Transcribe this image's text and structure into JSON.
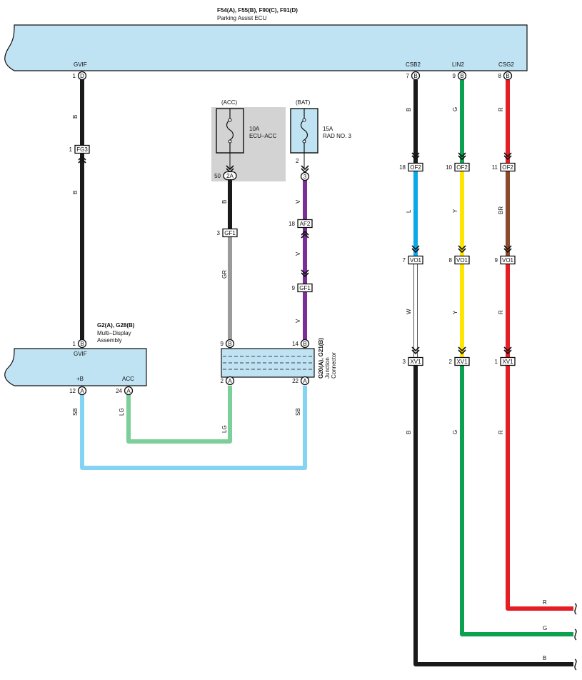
{
  "colors": {
    "ecu_fill": "#bfe3f3",
    "black": "#1a1a1a",
    "gray": "#9a9a9a",
    "purple": "#7a2f96",
    "green": "#0aa14f",
    "light_green": "#7ccf99",
    "red": "#e31e24",
    "blue": "#0aa8e8",
    "yellow": "#ffe600",
    "brown": "#8b4a2b",
    "white": "#ffffff",
    "sky_blue": "#85d3f2",
    "fuse_box_fill": "#d3d3d3"
  },
  "parking_ecu": {
    "codes": "F54(A), F55(B), F90(C), F91(D)",
    "name": "Parking Assist ECU",
    "pins": [
      {
        "num": "1",
        "conn": "D",
        "label": "GVIF"
      },
      {
        "num": "7",
        "conn": "B",
        "label": "CSB2"
      },
      {
        "num": "9",
        "conn": "B",
        "label": "LIN2"
      },
      {
        "num": "8",
        "conn": "B",
        "label": "CSG2"
      }
    ]
  },
  "fuse_acc": {
    "title": "(ACC)",
    "rating": "10A",
    "name": "ECU–ACC",
    "pin": "50",
    "conn": "2A"
  },
  "fuse_bat": {
    "title": "(BAT)",
    "rating": "15A",
    "name": "RAD NO. 3",
    "pin_top": "2",
    "pin": "3"
  },
  "display": {
    "codes": "G2(A), G28(B)",
    "name_line1": "Multi–Display",
    "name_line2": "Assembly",
    "label": "GVIF",
    "pin_top": {
      "num": "1",
      "conn": "B"
    },
    "pins_bottom": [
      {
        "num": "12",
        "conn": "A",
        "label": "+B"
      },
      {
        "num": "24",
        "conn": "A",
        "label": "ACC"
      }
    ]
  },
  "junction": {
    "codes": "G20(A), G21(B)",
    "name_line1": "Junction",
    "name_line2": "Connector",
    "pins_top": [
      {
        "num": "9",
        "conn": "B"
      },
      {
        "num": "14",
        "conn": "B"
      }
    ],
    "pins_bottom": [
      {
        "num": "2",
        "conn": "A"
      },
      {
        "num": "22",
        "conn": "A"
      }
    ]
  },
  "inline_connectors": [
    {
      "pin": "1",
      "name": "FG3"
    },
    {
      "pin": "3",
      "name": "GF1"
    },
    {
      "pin": "18",
      "name": "AF2"
    },
    {
      "pin": "9",
      "name": "GF1"
    },
    {
      "pin": "18",
      "name": "OF2"
    },
    {
      "pin": "10",
      "name": "OF2"
    },
    {
      "pin": "11",
      "name": "OF2"
    },
    {
      "pin": "7",
      "name": "VO1"
    },
    {
      "pin": "8",
      "name": "VO1"
    },
    {
      "pin": "9",
      "name": "VO1"
    },
    {
      "pin": "3",
      "name": "XV1"
    },
    {
      "pin": "2",
      "name": "XV1"
    },
    {
      "pin": "1",
      "name": "XV1"
    }
  ],
  "wire_labels": {
    "gvif_upper": "B",
    "gvif_lower": "B",
    "acc_upper": "B",
    "acc_lower": "GR",
    "bat_1": "V",
    "bat_2": "V",
    "bat_3": "V",
    "csb2_1": "B",
    "csb2_2": "L",
    "csb2_3": "W",
    "csb2_4": "B",
    "lin2_1": "G",
    "lin2_2": "Y",
    "lin2_3": "Y",
    "lin2_4": "G",
    "csg2_1": "R",
    "csg2_2": "BR",
    "csg2_3": "R",
    "csg2_4": "R",
    "b_left": "SB",
    "acc_left": "LG",
    "jc2": "LG",
    "jc22": "SB",
    "out_r": "R",
    "out_g": "G",
    "out_b": "B"
  }
}
